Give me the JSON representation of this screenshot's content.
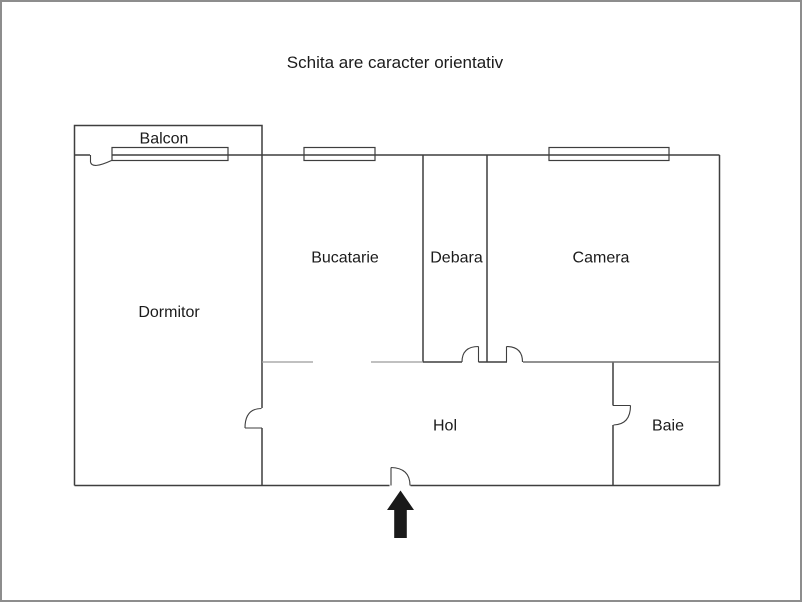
{
  "title": "Schita are caracter orientativ",
  "rooms": {
    "balcon": "Balcon",
    "dormitor": "Dormitor",
    "bucatarie": "Bucatarie",
    "debara": "Debara",
    "camera": "Camera",
    "hol": "Hol",
    "baie": "Baie"
  },
  "icons": {
    "entrance": "arrow-up"
  },
  "colors": {
    "wall": "#3e3e3e",
    "wall_light": "#9b9b9b",
    "wall_mid": "#6e6e6e",
    "window_fill": "#ffffff",
    "text": "#1b1b1b",
    "arrow": "#1a1a1a",
    "frame_border": "#8d8d8d",
    "background": "#ffffff"
  }
}
